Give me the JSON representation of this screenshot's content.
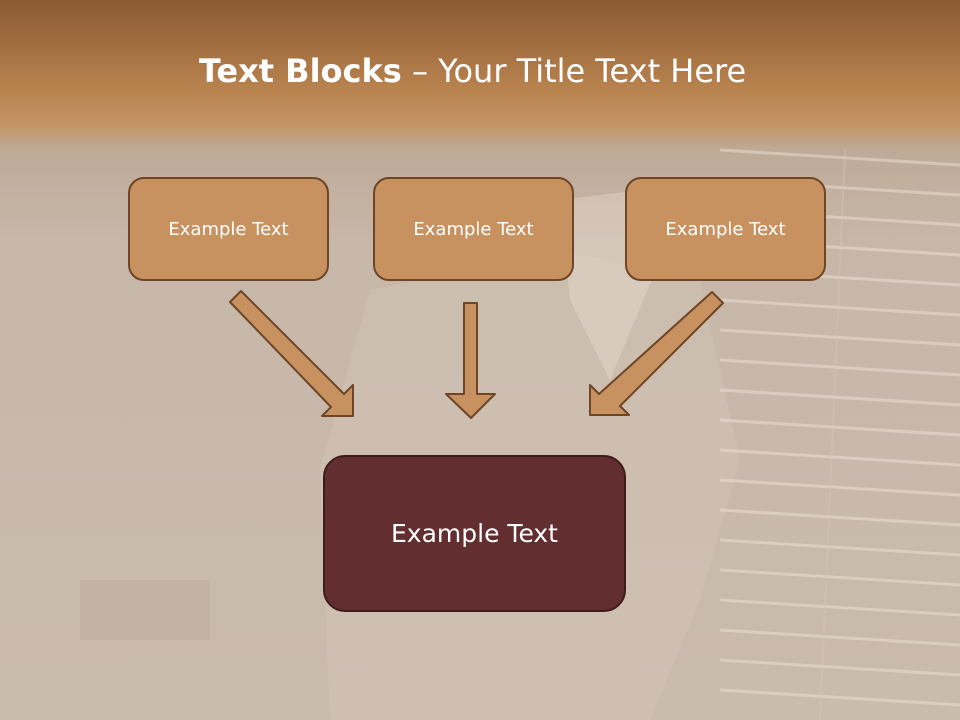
{
  "title": {
    "bold": "Text Blocks",
    "rest": " – Your Title Text Here"
  },
  "blocks": [
    {
      "label": "Example Text"
    },
    {
      "label": "Example Text"
    },
    {
      "label": "Example Text"
    }
  ],
  "main_block": {
    "label": "Example Text"
  },
  "colors": {
    "header": "#b9834f",
    "block_fill": "#c7925f",
    "block_border": "#6e4526",
    "main_fill": "#632e2f",
    "arrow_fill": "#c7925f"
  }
}
